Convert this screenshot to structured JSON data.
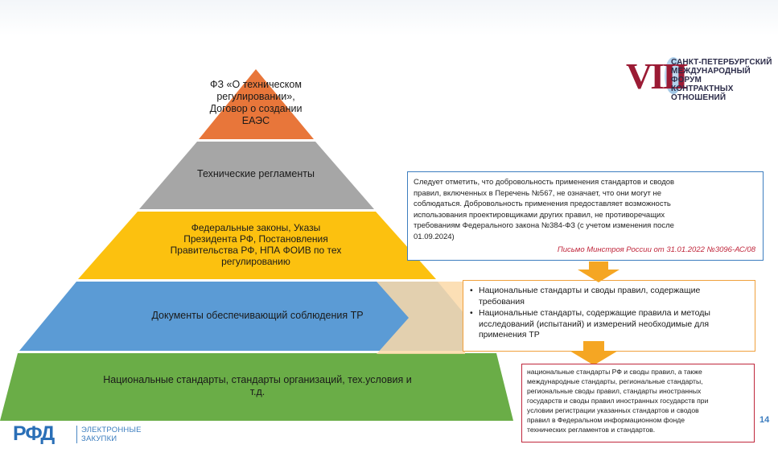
{
  "pyramid": {
    "tier1": [
      "ФЗ «О техническом",
      "регулировании»,",
      "Договор о создании",
      "ЕАЭС"
    ],
    "tier2": [
      "Технические регламенты"
    ],
    "tier3": [
      "Федеральные законы, Указы",
      "Президента РФ, Постановления",
      "Правительства РФ, НПА ФОИВ по тех",
      "регулированию"
    ],
    "tier4": [
      "Документы обеспечивающий соблюдения ТР"
    ],
    "tier5": [
      "Национальные стандарты, стандарты организаций, тех.условия и",
      "т.д."
    ],
    "colors": {
      "tier1": "#e8763a",
      "tier2": "#a6a6a6",
      "tier3": "#fcc10f",
      "tier4": "#5b9bd5",
      "tier5": "#6aad47"
    }
  },
  "forum_logo": {
    "numeral": "VIII",
    "lines": [
      "САНКТ-ПЕТЕРБУРГСКИЙ",
      "МЕЖДУНАРОДНЫЙ ФОРУМ",
      "КОНТРАКТНЫХ",
      "ОТНОШЕНИЙ"
    ]
  },
  "note_box": {
    "lines": [
      "Следует отметить, что добровольность применения стандартов и сводов",
      "правил, включенных в Перечень №567, не означает, что они могут не",
      "соблюдаться. Добровольность применения предоставляет возможность",
      "использования проектировщиками других правил, не противоречащих",
      "требованиям Федерального закона №384-ФЗ (с учетом изменения после",
      "01.09.2024)"
    ],
    "source": "Письмо Минстроя России от 31.01.2022 №3096-АС/08",
    "border_color": "#3c7dbf",
    "source_color": "#c0273c"
  },
  "orange_box": {
    "bullet": "•",
    "items": [
      [
        "Национальные стандарты и своды правил, содержащие",
        "требования"
      ],
      [
        "Национальные стандарты, содержащие правила и методы",
        "исследований (испытаний) и измерений необходимые для",
        "применения ТР"
      ]
    ],
    "border_color": "#f0a03c"
  },
  "red_box": {
    "lines": [
      "национальные стандарты РФ и своды правил, а также",
      "международные стандарты, региональные стандарты,",
      "региональные своды правил, стандарты иностранных",
      "государств и своды правил иностранных государств при",
      "условии регистрации указанных стандартов и сводов",
      "правил в Федеральном информационном фонде",
      "технических регламентов и стандартов."
    ],
    "border_color": "#c0273c"
  },
  "footer": {
    "logo_mark": "РФД",
    "logo_lines": [
      "ЭЛЕКТРОННЫЕ",
      "ЗАКУПКИ"
    ],
    "page_number": "14"
  }
}
